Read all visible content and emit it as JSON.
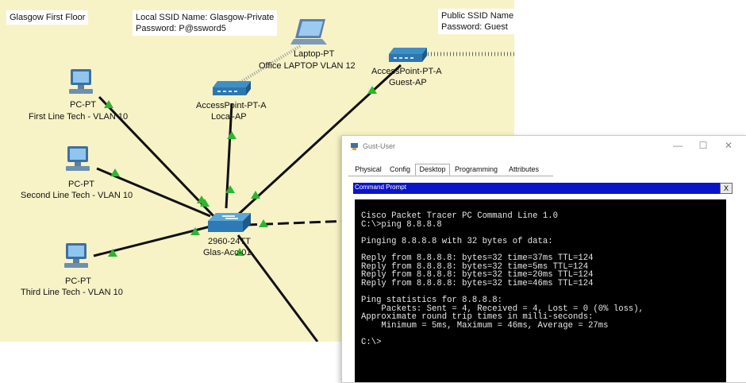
{
  "topology": {
    "floor_label": "Glasgow First Floor",
    "local_ssid": {
      "line1": "Local SSID Name: Glasgow-Private",
      "line2": "Password: P@ssword5"
    },
    "public_ssid": {
      "line1": "Public SSID Name",
      "line2": "Password: Guest"
    },
    "devices": {
      "pc1": {
        "type": "PC-PT",
        "name": "First Line Tech  - VLAN 10"
      },
      "pc2": {
        "type": "PC-PT",
        "name": "Second Line Tech  - VLAN 10"
      },
      "pc3": {
        "type": "PC-PT",
        "name": "Third Line Tech  - VLAN 10"
      },
      "laptop": {
        "type": "Laptop-PT",
        "name": "Office LAPTOP VLAN 12"
      },
      "ap_local": {
        "type": "AccessPoint-PT-A",
        "name": "Local-AP"
      },
      "ap_guest": {
        "type": "AccessPoint-PT-A",
        "name": "Guest-AP"
      },
      "switch": {
        "type": "2960-24TT",
        "name": "Glas-Acc-01"
      }
    },
    "colors": {
      "background": "#f7f3c7",
      "link_up": "#2fb52f",
      "cable": "#111111"
    }
  },
  "window": {
    "title": "Gust-User",
    "controls": {
      "minimize": "—",
      "maximize": "☐",
      "close": "✕"
    },
    "tabs": [
      {
        "label": "Physical"
      },
      {
        "label": "Config"
      },
      {
        "label": "Desktop"
      },
      {
        "label": "Programming"
      },
      {
        "label": "Attributes"
      }
    ],
    "active_tab": "Desktop",
    "command_prompt": {
      "title": "Command Prompt",
      "close_label": "X",
      "output": "Cisco Packet Tracer PC Command Line 1.0\nC:\\>ping 8.8.8.8\n\nPinging 8.8.8.8 with 32 bytes of data:\n\nReply from 8.8.8.8: bytes=32 time=37ms TTL=124\nReply from 8.8.8.8: bytes=32 time=5ms TTL=124\nReply from 8.8.8.8: bytes=32 time=20ms TTL=124\nReply from 8.8.8.8: bytes=32 time=46ms TTL=124\n\nPing statistics for 8.8.8.8:\n    Packets: Sent = 4, Received = 4, Lost = 0 (0% loss),\nApproximate round trip times in milli-seconds:\n    Minimum = 5ms, Maximum = 46ms, Average = 27ms\n\nC:\\>"
    }
  }
}
